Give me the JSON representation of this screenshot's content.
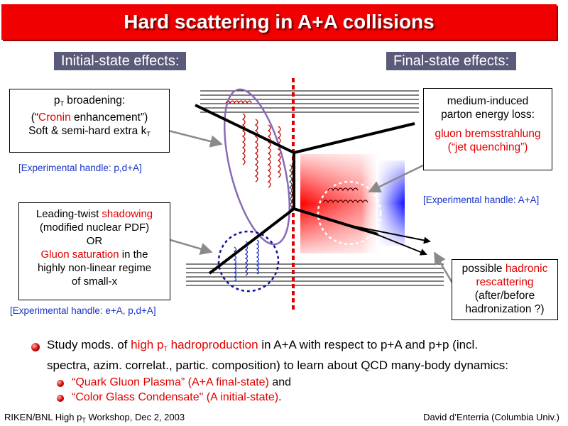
{
  "title": "Hard scattering in A+A collisions",
  "headers": {
    "initial": "Initial-state effects:",
    "final": "Final-state effects:"
  },
  "box_pt": {
    "line1_pre": "p",
    "line1_sub": "T",
    "line1_post": " broadening:",
    "line2_pre": "(“",
    "line2_red": "Cronin",
    "line2_post": " enhancement”)",
    "line3_pre": "Soft & semi-hard extra k",
    "line3_sub": "T"
  },
  "handle_pd": "[Experimental handle: p,d+A]",
  "box_shadow": {
    "line1_pre": "Leading-twist ",
    "line1_red": "shadowing",
    "line2": "(modified nuclear PDF)",
    "line3": "OR",
    "line4_red": "Gluon saturation",
    "line4_post": " in the",
    "line5": "highly non-linear regime",
    "line6": "of small-x"
  },
  "handle_ea": "[Experimental handle: e+A, p,d+A]",
  "box_medium": {
    "line1": "medium-induced",
    "line2": "parton energy loss:",
    "line3_red": "gluon bremsstrahlung",
    "line4_red": "(“jet quenching”)"
  },
  "handle_aa": "[Experimental handle: A+A]",
  "box_hadronic": {
    "line1_pre": "possible ",
    "line1_red": "hadronic",
    "line2_red": "rescattering",
    "line3": "(after/before",
    "line4": "hadronization ?)"
  },
  "bullet": {
    "pre": "Study mods. of ",
    "red_pre": "high p",
    "red_sub": "T",
    "red_post": " hadroproduction",
    "post": " in A+A with respect to p+A and p+p (incl.",
    "line2": "spectra, azim. correlat., partic. composition) to learn about QCD many-body dynamics:"
  },
  "sub_bullets": [
    {
      "red": "“Quark Gluon Plasma” (A+A final-state)",
      "post": " and"
    },
    {
      "red": "“Color Glass Condensate\" (A initial-state)",
      "post": "."
    }
  ],
  "footer": {
    "left_pre": "RIKEN/BNL High p",
    "left_sub": "T",
    "left_post": " Workshop, Dec 2, 2003",
    "right": "David d’Enterria (Columbia Univ.)"
  },
  "colors": {
    "accent_red": "#e00000",
    "handle_blue": "#1733c8",
    "header_bg": "#5a5a7a",
    "title_bg": "#f00000"
  }
}
